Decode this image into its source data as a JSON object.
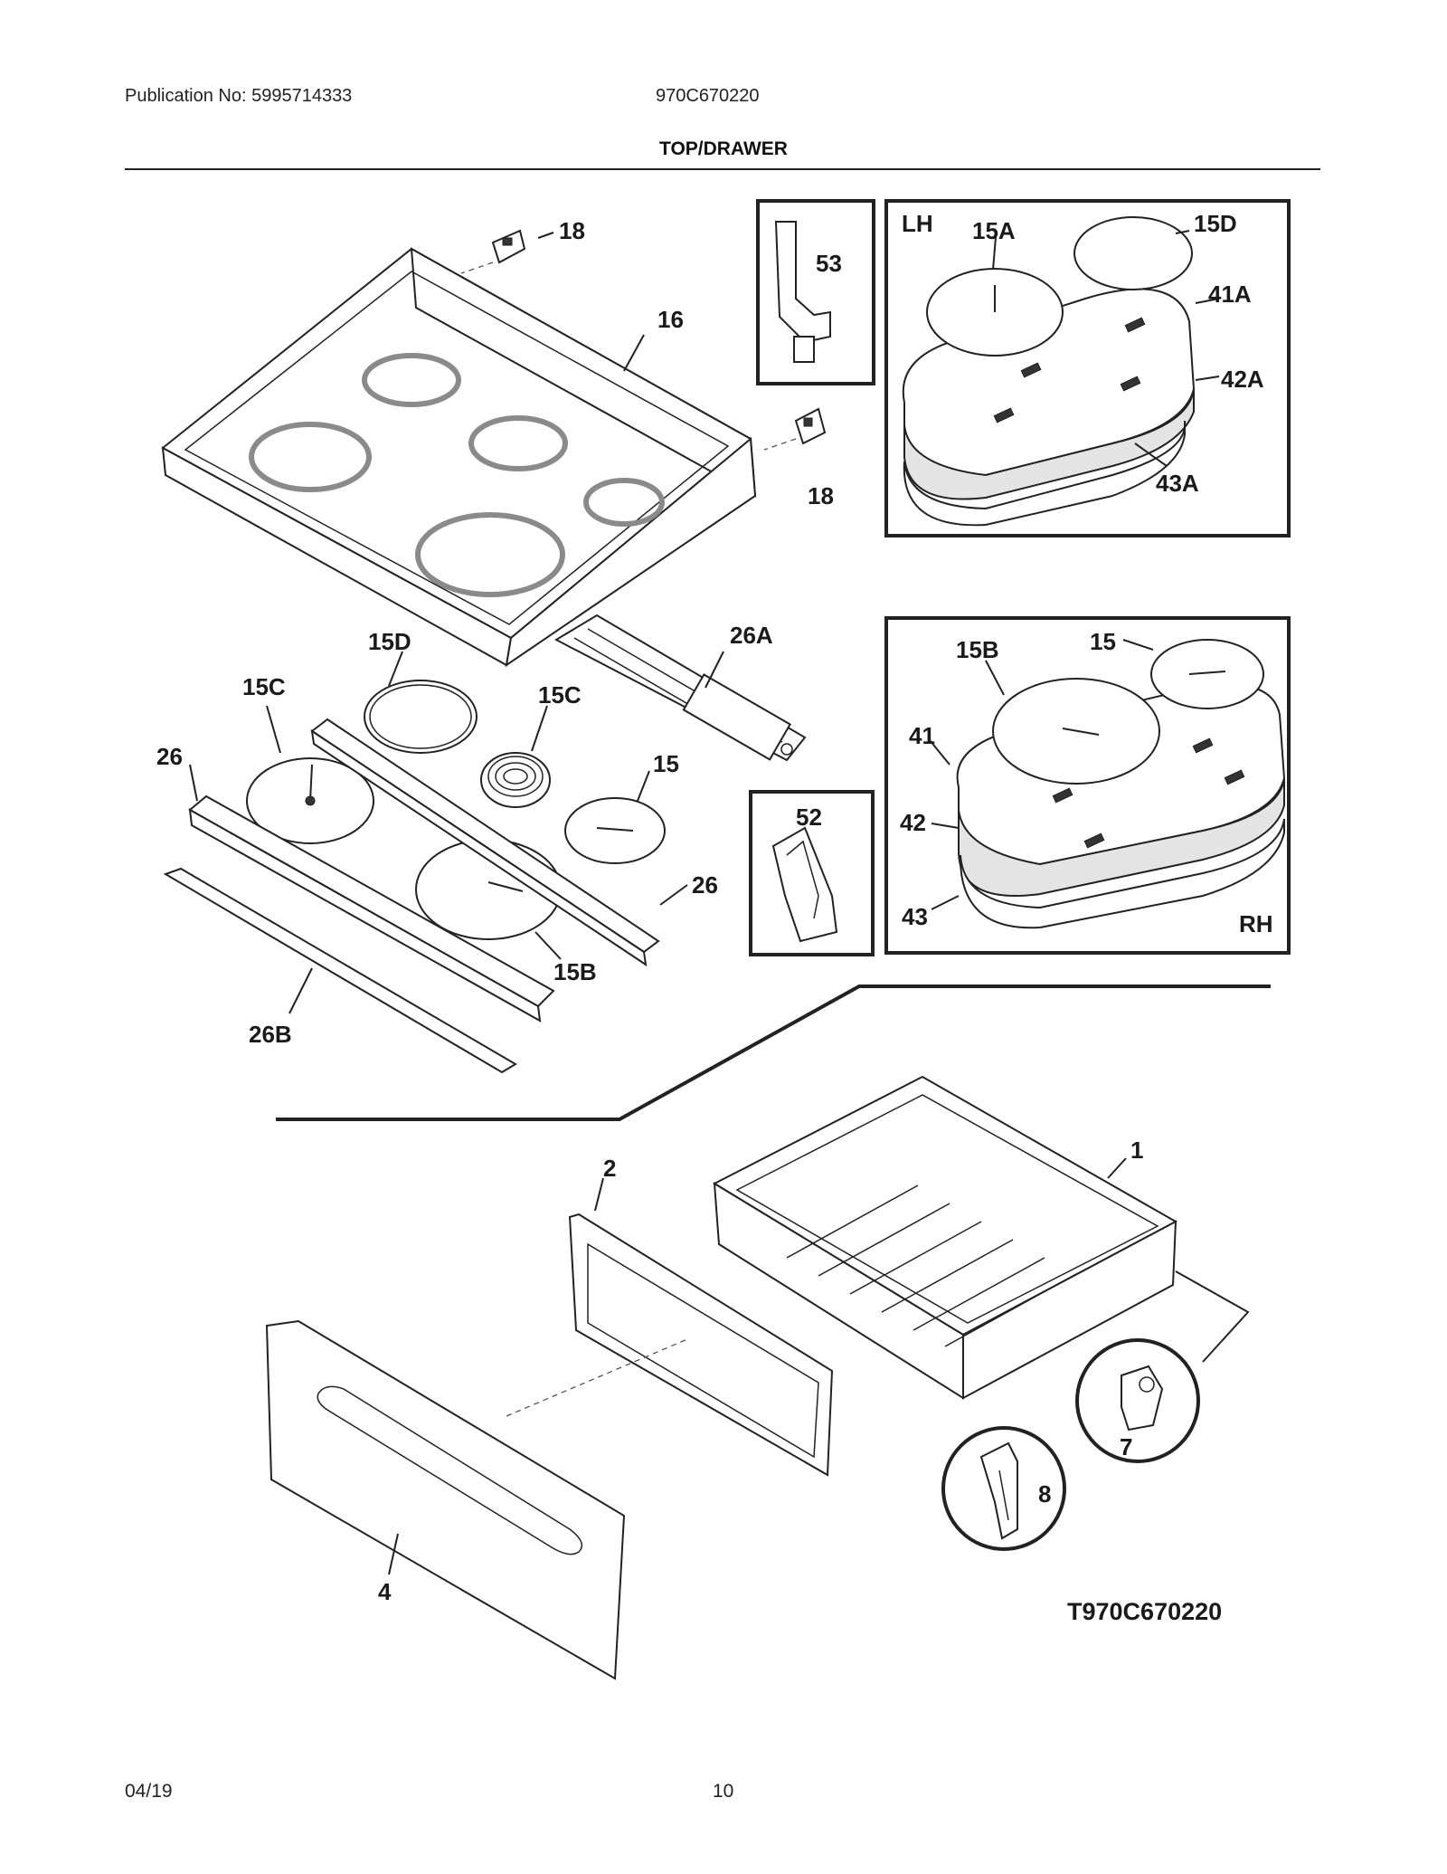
{
  "header": {
    "publication": "Publication No: 5995714333",
    "model": "970C670220",
    "title": "TOP/DRAWER"
  },
  "footer": {
    "date": "04/19",
    "page": "10"
  },
  "diagram_code": "T970C670220",
  "callouts": {
    "c18_top": "18",
    "c18_right": "18",
    "c16": "16",
    "c53": "53",
    "lh": "LH",
    "c15a": "15A",
    "c15d_inset": "15D",
    "c41a": "41A",
    "c42a": "42A",
    "c43a": "43A",
    "c15d": "15D",
    "c26a": "26A",
    "c15c_left": "15C",
    "c15c_mid": "15C",
    "c26_left": "26",
    "c15_mid": "15",
    "c26_right": "26",
    "c15b": "15B",
    "c26b": "26B",
    "c52": "52",
    "c15b_inset": "15B",
    "c15_inset": "15",
    "c41": "41",
    "c42": "42",
    "c43": "43",
    "rh": "RH",
    "c1": "1",
    "c2": "2",
    "c4": "4",
    "c7": "7",
    "c8": "8"
  }
}
